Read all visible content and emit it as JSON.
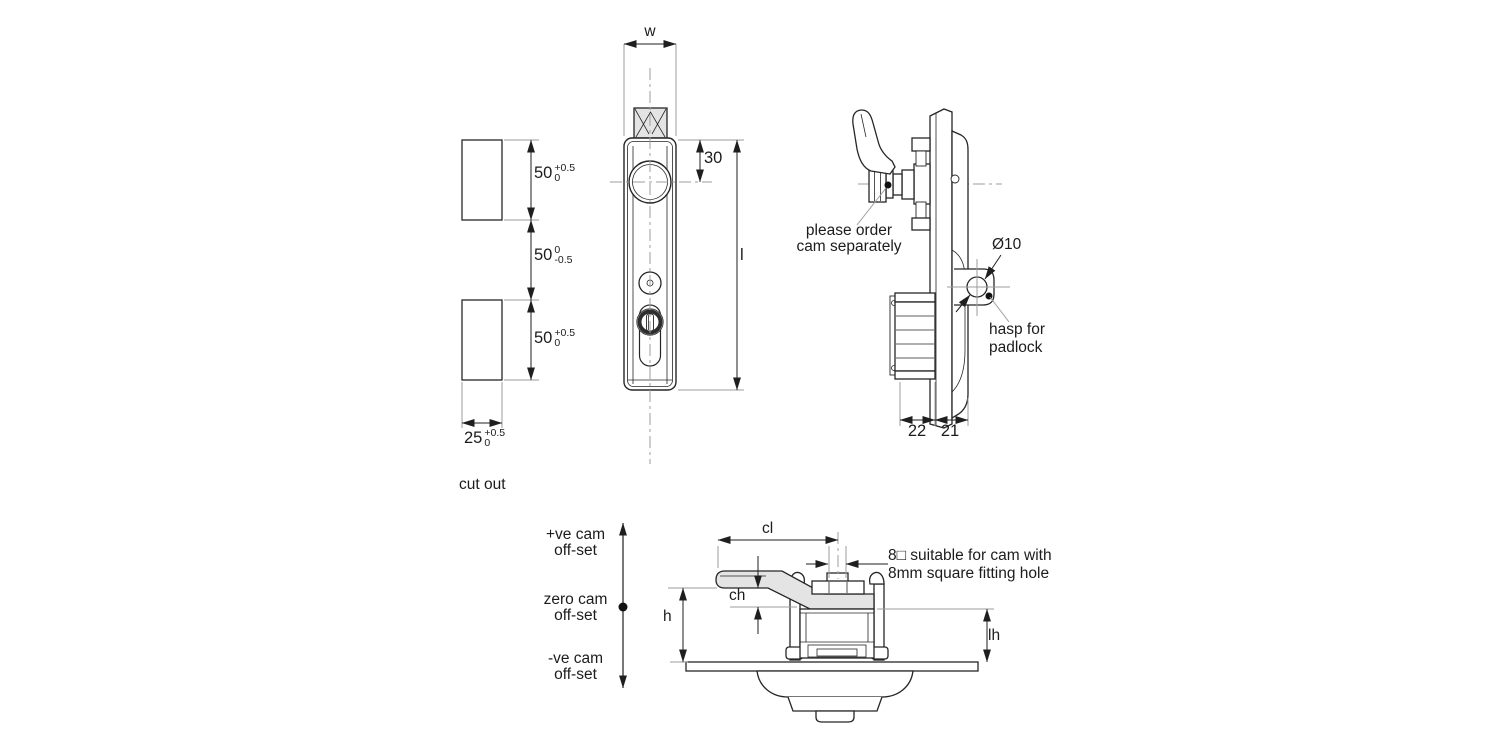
{
  "cutout": {
    "label": "cut out",
    "height_dims": [
      {
        "value": "50",
        "tol_top": "+0.5",
        "tol_bottom": "0"
      },
      {
        "value": "50",
        "tol_top": "0",
        "tol_bottom": "-0.5"
      },
      {
        "value": "50",
        "tol_top": "+0.5",
        "tol_bottom": "0"
      }
    ],
    "width_dim": {
      "value": "25",
      "tol_top": "+0.5",
      "tol_bottom": "0"
    }
  },
  "front": {
    "width_label": "w",
    "handle_center_offset": "30",
    "length_label": "l"
  },
  "side": {
    "cam_note": [
      "please order",
      "cam separately"
    ],
    "hasp_diameter": "Ø10",
    "hasp_note": [
      "hasp for",
      "padlock"
    ],
    "depth_housing": "22",
    "depth_case": "21"
  },
  "bottom": {
    "cam_length_label": "cl",
    "cam_offset_label": "ch",
    "height_label": "h",
    "latch_height_label": "lh",
    "square_note": [
      "8□ suitable for cam with",
      "8mm square fitting hole"
    ]
  },
  "cam_offset_legend": {
    "positive": [
      "+ve cam",
      "off-set"
    ],
    "zero": [
      "zero cam",
      "off-set"
    ],
    "negative": [
      "-ve cam",
      "off-set"
    ]
  },
  "colors": {
    "ink": "#262626",
    "metal_fill": "#e4e4e4",
    "construction": "#9c9c9c",
    "background": "#ffffff"
  }
}
